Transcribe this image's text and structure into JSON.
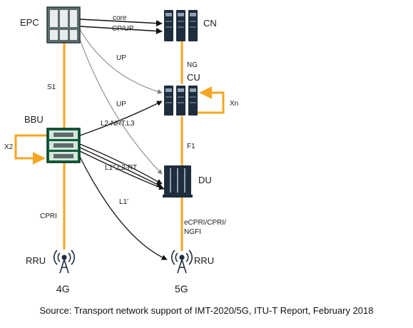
{
  "nodes": {
    "epc": "EPC",
    "cn": "CN",
    "cu": "CU",
    "bbu": "BBU",
    "du": "DU",
    "rru_4g": "RRU",
    "rru_5g": "RRU"
  },
  "links": {
    "core": "core",
    "cp_up": "CP/UP",
    "up_cu": "UP",
    "up_du": "UP",
    "ng": "NG",
    "s1": "S1",
    "xn": "Xn",
    "l2_nrt_l3": "L2-NRT,L3",
    "x2": "X2",
    "f1": "F1",
    "l1_l2_rt": "L1\",L2-RT",
    "l1_prime": "L1'",
    "cpri": "CPRI",
    "ecpri_1": "eCPRI/CPRI/",
    "ecpri_2": "NGFI"
  },
  "generations": {
    "g4": "4G",
    "g5": "5G"
  },
  "caption": "Source: Transport network support of IMT-2020/5G, ITU-T Report, February 2018",
  "colors": {
    "orange": "#f5a623",
    "device": "#1f2d3d",
    "grey_box": "#5c6b6b",
    "green_box": "#0c5e3a"
  }
}
